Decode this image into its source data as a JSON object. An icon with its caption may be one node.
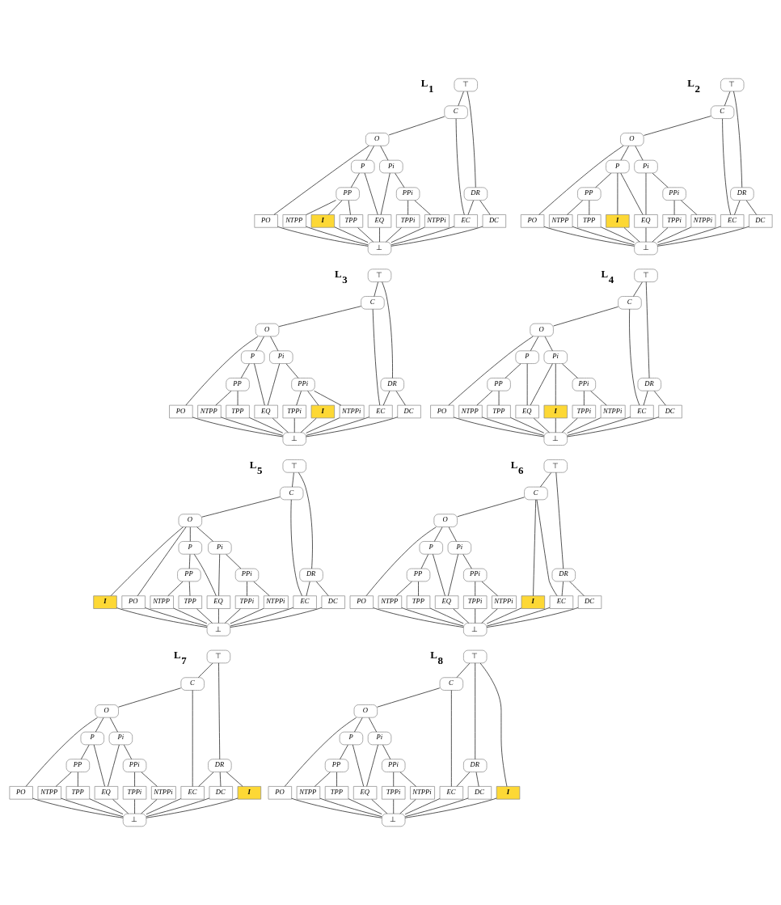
{
  "diagram": {
    "nodes": [
      {
        "text": [
          "⊤"
        ]
      },
      {
        "text": [
          "C"
        ]
      },
      {
        "text": [
          "DR"
        ]
      },
      {
        "text": [
          "O"
        ]
      },
      {
        "text": [
          "P"
        ]
      },
      {
        "text": [
          "Pi"
        ]
      },
      {
        "text": [
          "PP"
        ]
      },
      {
        "text": [
          "PPi"
        ]
      },
      {
        "text": [
          "PO"
        ]
      },
      {
        "text": [
          "NTPP"
        ]
      },
      {
        "text": [
          "I"
        ]
      },
      {
        "text": [
          "TPP"
        ]
      },
      {
        "text": [
          "EQ"
        ]
      },
      {
        "text": [
          "TPPi"
        ]
      },
      {
        "text": [
          "NTPPi"
        ]
      },
      {
        "text": [
          "EC"
        ]
      },
      {
        "text": [
          "DC"
        ]
      },
      {
        "text": [
          "⊥"
        ]
      },
      {
        "text": [
          "⊤"
        ]
      },
      {
        "text": [
          "C"
        ]
      },
      {
        "text": [
          "DR"
        ]
      },
      {
        "text": [
          "O"
        ]
      },
      {
        "text": [
          "P"
        ]
      },
      {
        "text": [
          "Pi"
        ]
      },
      {
        "text": [
          "PP"
        ]
      },
      {
        "text": [
          "PPi"
        ]
      },
      {
        "text": [
          "PO"
        ]
      },
      {
        "text": [
          "NTPP"
        ]
      },
      {
        "text": [
          "TPP"
        ]
      },
      {
        "text": [
          "I"
        ]
      },
      {
        "text": [
          "EQ"
        ]
      },
      {
        "text": [
          "TPPi"
        ]
      },
      {
        "text": [
          "NTPPi"
        ]
      },
      {
        "text": [
          "EC"
        ]
      },
      {
        "text": [
          "DC"
        ]
      },
      {
        "text": [
          "⊥"
        ]
      },
      {
        "text": [
          "⊤"
        ]
      },
      {
        "text": [
          "C"
        ]
      },
      {
        "text": [
          "DR"
        ]
      },
      {
        "text": [
          "O"
        ]
      },
      {
        "text": [
          "P"
        ]
      },
      {
        "text": [
          "Pi"
        ]
      },
      {
        "text": [
          "PP"
        ]
      },
      {
        "text": [
          "PPi"
        ]
      },
      {
        "text": [
          "PO"
        ]
      },
      {
        "text": [
          "NTPP"
        ]
      },
      {
        "text": [
          "TPP"
        ]
      },
      {
        "text": [
          "EQ"
        ]
      },
      {
        "text": [
          "TPPi"
        ]
      },
      {
        "text": [
          "I"
        ]
      },
      {
        "text": [
          "NTPPi"
        ]
      },
      {
        "text": [
          "EC"
        ]
      },
      {
        "text": [
          "DC"
        ]
      },
      {
        "text": [
          "⊥"
        ]
      },
      {
        "text": [
          "⊤"
        ]
      },
      {
        "text": [
          "C"
        ]
      },
      {
        "text": [
          "DR"
        ]
      },
      {
        "text": [
          "O"
        ]
      },
      {
        "text": [
          "P"
        ]
      },
      {
        "text": [
          "Pi"
        ]
      },
      {
        "text": [
          "PP"
        ]
      },
      {
        "text": [
          "PPi"
        ]
      },
      {
        "text": [
          "PO"
        ]
      },
      {
        "text": [
          "NTPP"
        ]
      },
      {
        "text": [
          "TPP"
        ]
      },
      {
        "text": [
          "EQ"
        ]
      },
      {
        "text": [
          "I"
        ]
      },
      {
        "text": [
          "TPPi"
        ]
      },
      {
        "text": [
          "NTPPi"
        ]
      },
      {
        "text": [
          "EC"
        ]
      },
      {
        "text": [
          "DC"
        ]
      },
      {
        "text": [
          "⊥"
        ]
      },
      {
        "text": [
          "⊤"
        ]
      },
      {
        "text": [
          "C"
        ]
      },
      {
        "text": [
          "DR"
        ]
      },
      {
        "text": [
          "O"
        ]
      },
      {
        "text": [
          "P"
        ]
      },
      {
        "text": [
          "Pi"
        ]
      },
      {
        "text": [
          "PP"
        ]
      },
      {
        "text": [
          "PPi"
        ]
      },
      {
        "text": [
          "I"
        ]
      },
      {
        "text": [
          "PO"
        ]
      },
      {
        "text": [
          "NTPP"
        ]
      },
      {
        "text": [
          "TPP"
        ]
      },
      {
        "text": [
          "EQ"
        ]
      },
      {
        "text": [
          "TPPi"
        ]
      },
      {
        "text": [
          "NTPPi"
        ]
      },
      {
        "text": [
          "EC"
        ]
      },
      {
        "text": [
          "DC"
        ]
      },
      {
        "text": [
          "⊥"
        ]
      },
      {
        "text": [
          "⊤"
        ]
      },
      {
        "text": [
          "C"
        ]
      },
      {
        "text": [
          "DR"
        ]
      },
      {
        "text": [
          "O"
        ]
      },
      {
        "text": [
          "P"
        ]
      },
      {
        "text": [
          "Pi"
        ]
      },
      {
        "text": [
          "PP"
        ]
      },
      {
        "text": [
          "PPi"
        ]
      },
      {
        "text": [
          "PO"
        ]
      },
      {
        "text": [
          "NTPP"
        ]
      },
      {
        "text": [
          "TPP"
        ]
      },
      {
        "text": [
          "EQ"
        ]
      },
      {
        "text": [
          "TPPi"
        ]
      },
      {
        "text": [
          "NTPPi"
        ]
      },
      {
        "text": [
          "I"
        ]
      },
      {
        "text": [
          "EC"
        ]
      },
      {
        "text": [
          "DC"
        ]
      },
      {
        "text": [
          "⊥"
        ]
      },
      {
        "text": [
          "⊤"
        ]
      },
      {
        "text": [
          "C"
        ]
      },
      {
        "text": [
          "DR"
        ]
      },
      {
        "text": [
          "O"
        ]
      },
      {
        "text": [
          "P"
        ]
      },
      {
        "text": [
          "Pi"
        ]
      },
      {
        "text": [
          "PP"
        ]
      },
      {
        "text": [
          "PPi"
        ]
      },
      {
        "text": [
          "PO"
        ]
      },
      {
        "text": [
          "NTPP"
        ]
      },
      {
        "text": [
          "TPP"
        ]
      },
      {
        "text": [
          "EQ"
        ]
      },
      {
        "text": [
          "TPPi"
        ]
      },
      {
        "text": [
          "NTPPi"
        ]
      },
      {
        "text": [
          "EC"
        ]
      },
      {
        "text": [
          "DC"
        ]
      },
      {
        "text": [
          "I"
        ]
      },
      {
        "text": [
          "⊥"
        ]
      },
      {
        "text": [
          "⊤"
        ]
      },
      {
        "text": [
          "C"
        ]
      },
      {
        "text": [
          "DR"
        ]
      },
      {
        "text": [
          "O"
        ]
      },
      {
        "text": [
          "P"
        ]
      },
      {
        "text": [
          "Pi"
        ]
      },
      {
        "text": [
          "PP"
        ]
      },
      {
        "text": [
          "PPi"
        ]
      },
      {
        "text": [
          "PO"
        ]
      },
      {
        "text": [
          "NTPP"
        ]
      },
      {
        "text": [
          "TPP"
        ]
      },
      {
        "text": [
          "EQ"
        ]
      },
      {
        "text": [
          "TPPi"
        ]
      },
      {
        "text": [
          "NTPPi"
        ]
      },
      {
        "text": [
          "EC"
        ]
      },
      {
        "text": [
          "DC"
        ]
      },
      {
        "text": [
          "I"
        ]
      },
      {
        "text": [
          "⊥"
        ]
      }
    ],
    "edges": [
      {
        "from": 0,
        "to": 1,
        "arrow": "none"
      },
      {
        "from": 0,
        "to": 2,
        "arrow": "none"
      },
      {
        "from": 1,
        "to": 3,
        "arrow": "none"
      },
      {
        "from": 1,
        "to": 15,
        "arrow": "none"
      },
      {
        "from": 2,
        "to": 15,
        "arrow": "none"
      },
      {
        "from": 2,
        "to": 16,
        "arrow": "none"
      },
      {
        "from": 3,
        "to": 8,
        "arrow": "none"
      },
      {
        "from": 3,
        "to": 4,
        "arrow": "none"
      },
      {
        "from": 3,
        "to": 5,
        "arrow": "none"
      },
      {
        "from": 4,
        "to": 6,
        "arrow": "none"
      },
      {
        "from": 4,
        "to": 12,
        "arrow": "none"
      },
      {
        "from": 5,
        "to": 12,
        "arrow": "none"
      },
      {
        "from": 5,
        "to": 7,
        "arrow": "none"
      },
      {
        "from": 6,
        "to": 9,
        "arrow": "none"
      },
      {
        "from": 6,
        "to": 11,
        "arrow": "none"
      },
      {
        "from": 7,
        "to": 13,
        "arrow": "none"
      },
      {
        "from": 7,
        "to": 14,
        "arrow": "none"
      },
      {
        "from": 6,
        "to": 10,
        "arrow": "none"
      },
      {
        "from": 8,
        "to": 17,
        "arrow": "none"
      },
      {
        "from": 9,
        "to": 17,
        "arrow": "none"
      },
      {
        "from": 10,
        "to": 17,
        "arrow": "none"
      },
      {
        "from": 11,
        "to": 17,
        "arrow": "none"
      },
      {
        "from": 12,
        "to": 17,
        "arrow": "none"
      },
      {
        "from": 13,
        "to": 17,
        "arrow": "none"
      },
      {
        "from": 14,
        "to": 17,
        "arrow": "none"
      },
      {
        "from": 15,
        "to": 17,
        "arrow": "none"
      },
      {
        "from": 16,
        "to": 17,
        "arrow": "none"
      },
      {
        "from": 18,
        "to": 19,
        "arrow": "none"
      },
      {
        "from": 18,
        "to": 20,
        "arrow": "none"
      },
      {
        "from": 19,
        "to": 21,
        "arrow": "none"
      },
      {
        "from": 19,
        "to": 33,
        "arrow": "none"
      },
      {
        "from": 20,
        "to": 33,
        "arrow": "none"
      },
      {
        "from": 20,
        "to": 34,
        "arrow": "none"
      },
      {
        "from": 21,
        "to": 26,
        "arrow": "none"
      },
      {
        "from": 21,
        "to": 22,
        "arrow": "none"
      },
      {
        "from": 21,
        "to": 23,
        "arrow": "none"
      },
      {
        "from": 22,
        "to": 24,
        "arrow": "none"
      },
      {
        "from": 22,
        "to": 30,
        "arrow": "none"
      },
      {
        "from": 23,
        "to": 30,
        "arrow": "none"
      },
      {
        "from": 23,
        "to": 25,
        "arrow": "none"
      },
      {
        "from": 24,
        "to": 27,
        "arrow": "none"
      },
      {
        "from": 24,
        "to": 28,
        "arrow": "none"
      },
      {
        "from": 25,
        "to": 31,
        "arrow": "none"
      },
      {
        "from": 25,
        "to": 32,
        "arrow": "none"
      },
      {
        "from": 22,
        "to": 29,
        "arrow": "none"
      },
      {
        "from": 26,
        "to": 35,
        "arrow": "none"
      },
      {
        "from": 27,
        "to": 35,
        "arrow": "none"
      },
      {
        "from": 28,
        "to": 35,
        "arrow": "none"
      },
      {
        "from": 29,
        "to": 35,
        "arrow": "none"
      },
      {
        "from": 30,
        "to": 35,
        "arrow": "none"
      },
      {
        "from": 31,
        "to": 35,
        "arrow": "none"
      },
      {
        "from": 32,
        "to": 35,
        "arrow": "none"
      },
      {
        "from": 33,
        "to": 35,
        "arrow": "none"
      },
      {
        "from": 34,
        "to": 35,
        "arrow": "none"
      },
      {
        "from": 36,
        "to": 37,
        "arrow": "none"
      },
      {
        "from": 36,
        "to": 38,
        "arrow": "none"
      },
      {
        "from": 37,
        "to": 39,
        "arrow": "none"
      },
      {
        "from": 37,
        "to": 51,
        "arrow": "none"
      },
      {
        "from": 38,
        "to": 51,
        "arrow": "none"
      },
      {
        "from": 38,
        "to": 52,
        "arrow": "none"
      },
      {
        "from": 39,
        "to": 44,
        "arrow": "none"
      },
      {
        "from": 39,
        "to": 40,
        "arrow": "none"
      },
      {
        "from": 39,
        "to": 41,
        "arrow": "none"
      },
      {
        "from": 40,
        "to": 42,
        "arrow": "none"
      },
      {
        "from": 40,
        "to": 47,
        "arrow": "none"
      },
      {
        "from": 41,
        "to": 47,
        "arrow": "none"
      },
      {
        "from": 41,
        "to": 43,
        "arrow": "none"
      },
      {
        "from": 42,
        "to": 45,
        "arrow": "none"
      },
      {
        "from": 42,
        "to": 46,
        "arrow": "none"
      },
      {
        "from": 43,
        "to": 48,
        "arrow": "none"
      },
      {
        "from": 43,
        "to": 50,
        "arrow": "none"
      },
      {
        "from": 43,
        "to": 49,
        "arrow": "none"
      },
      {
        "from": 44,
        "to": 53,
        "arrow": "none"
      },
      {
        "from": 45,
        "to": 53,
        "arrow": "none"
      },
      {
        "from": 46,
        "to": 53,
        "arrow": "none"
      },
      {
        "from": 47,
        "to": 53,
        "arrow": "none"
      },
      {
        "from": 48,
        "to": 53,
        "arrow": "none"
      },
      {
        "from": 49,
        "to": 53,
        "arrow": "none"
      },
      {
        "from": 50,
        "to": 53,
        "arrow": "none"
      },
      {
        "from": 51,
        "to": 53,
        "arrow": "none"
      },
      {
        "from": 52,
        "to": 53,
        "arrow": "none"
      },
      {
        "from": 54,
        "to": 55,
        "arrow": "none"
      },
      {
        "from": 54,
        "to": 56,
        "arrow": "none"
      },
      {
        "from": 55,
        "to": 57,
        "arrow": "none"
      },
      {
        "from": 55,
        "to": 69,
        "arrow": "none"
      },
      {
        "from": 56,
        "to": 69,
        "arrow": "none"
      },
      {
        "from": 56,
        "to": 70,
        "arrow": "none"
      },
      {
        "from": 57,
        "to": 62,
        "arrow": "none"
      },
      {
        "from": 57,
        "to": 58,
        "arrow": "none"
      },
      {
        "from": 57,
        "to": 59,
        "arrow": "none"
      },
      {
        "from": 58,
        "to": 60,
        "arrow": "none"
      },
      {
        "from": 58,
        "to": 65,
        "arrow": "none"
      },
      {
        "from": 59,
        "to": 65,
        "arrow": "none"
      },
      {
        "from": 59,
        "to": 61,
        "arrow": "none"
      },
      {
        "from": 60,
        "to": 63,
        "arrow": "none"
      },
      {
        "from": 60,
        "to": 64,
        "arrow": "none"
      },
      {
        "from": 61,
        "to": 67,
        "arrow": "none"
      },
      {
        "from": 61,
        "to": 68,
        "arrow": "none"
      },
      {
        "from": 59,
        "to": 66,
        "arrow": "none"
      },
      {
        "from": 62,
        "to": 71,
        "arrow": "none"
      },
      {
        "from": 63,
        "to": 71,
        "arrow": "none"
      },
      {
        "from": 64,
        "to": 71,
        "arrow": "none"
      },
      {
        "from": 65,
        "to": 71,
        "arrow": "none"
      },
      {
        "from": 66,
        "to": 71,
        "arrow": "none"
      },
      {
        "from": 67,
        "to": 71,
        "arrow": "none"
      },
      {
        "from": 68,
        "to": 71,
        "arrow": "none"
      },
      {
        "from": 69,
        "to": 71,
        "arrow": "none"
      },
      {
        "from": 70,
        "to": 71,
        "arrow": "none"
      },
      {
        "from": 72,
        "to": 73,
        "arrow": "none"
      },
      {
        "from": 72,
        "to": 74,
        "arrow": "none"
      },
      {
        "from": 73,
        "to": 75,
        "arrow": "none"
      },
      {
        "from": 73,
        "to": 87,
        "arrow": "none"
      },
      {
        "from": 74,
        "to": 87,
        "arrow": "none"
      },
      {
        "from": 74,
        "to": 88,
        "arrow": "none"
      },
      {
        "from": 75,
        "to": 81,
        "arrow": "none"
      },
      {
        "from": 75,
        "to": 76,
        "arrow": "none"
      },
      {
        "from": 75,
        "to": 77,
        "arrow": "none"
      },
      {
        "from": 76,
        "to": 78,
        "arrow": "none"
      },
      {
        "from": 76,
        "to": 84,
        "arrow": "none"
      },
      {
        "from": 77,
        "to": 84,
        "arrow": "none"
      },
      {
        "from": 77,
        "to": 79,
        "arrow": "none"
      },
      {
        "from": 78,
        "to": 82,
        "arrow": "none"
      },
      {
        "from": 78,
        "to": 83,
        "arrow": "none"
      },
      {
        "from": 79,
        "to": 85,
        "arrow": "none"
      },
      {
        "from": 79,
        "to": 86,
        "arrow": "none"
      },
      {
        "from": 75,
        "to": 80,
        "arrow": "none"
      },
      {
        "from": 80,
        "to": 89,
        "arrow": "none"
      },
      {
        "from": 81,
        "to": 89,
        "arrow": "none"
      },
      {
        "from": 82,
        "to": 89,
        "arrow": "none"
      },
      {
        "from": 83,
        "to": 89,
        "arrow": "none"
      },
      {
        "from": 84,
        "to": 89,
        "arrow": "none"
      },
      {
        "from": 85,
        "to": 89,
        "arrow": "none"
      },
      {
        "from": 86,
        "to": 89,
        "arrow": "none"
      },
      {
        "from": 87,
        "to": 89,
        "arrow": "none"
      },
      {
        "from": 88,
        "to": 89,
        "arrow": "none"
      },
      {
        "from": 90,
        "to": 91,
        "arrow": "none"
      },
      {
        "from": 90,
        "to": 92,
        "arrow": "none"
      },
      {
        "from": 91,
        "to": 93,
        "arrow": "none"
      },
      {
        "from": 91,
        "to": 105,
        "arrow": "none"
      },
      {
        "from": 92,
        "to": 105,
        "arrow": "none"
      },
      {
        "from": 92,
        "to": 106,
        "arrow": "none"
      },
      {
        "from": 93,
        "to": 98,
        "arrow": "none"
      },
      {
        "from": 93,
        "to": 94,
        "arrow": "none"
      },
      {
        "from": 93,
        "to": 95,
        "arrow": "none"
      },
      {
        "from": 94,
        "to": 96,
        "arrow": "none"
      },
      {
        "from": 94,
        "to": 101,
        "arrow": "none"
      },
      {
        "from": 95,
        "to": 101,
        "arrow": "none"
      },
      {
        "from": 95,
        "to": 97,
        "arrow": "none"
      },
      {
        "from": 96,
        "to": 99,
        "arrow": "none"
      },
      {
        "from": 96,
        "to": 100,
        "arrow": "none"
      },
      {
        "from": 97,
        "to": 102,
        "arrow": "none"
      },
      {
        "from": 97,
        "to": 103,
        "arrow": "none"
      },
      {
        "from": 91,
        "to": 104,
        "arrow": "none"
      },
      {
        "from": 98,
        "to": 107,
        "arrow": "none"
      },
      {
        "from": 99,
        "to": 107,
        "arrow": "none"
      },
      {
        "from": 100,
        "to": 107,
        "arrow": "none"
      },
      {
        "from": 101,
        "to": 107,
        "arrow": "none"
      },
      {
        "from": 102,
        "to": 107,
        "arrow": "none"
      },
      {
        "from": 103,
        "to": 107,
        "arrow": "none"
      },
      {
        "from": 104,
        "to": 107,
        "arrow": "none"
      },
      {
        "from": 105,
        "to": 107,
        "arrow": "none"
      },
      {
        "from": 106,
        "to": 107,
        "arrow": "none"
      },
      {
        "from": 108,
        "to": 109,
        "arrow": "none"
      },
      {
        "from": 108,
        "to": 110,
        "arrow": "none"
      },
      {
        "from": 109,
        "to": 111,
        "arrow": "none"
      },
      {
        "from": 109,
        "to": 122,
        "arrow": "none"
      },
      {
        "from": 110,
        "to": 122,
        "arrow": "none"
      },
      {
        "from": 110,
        "to": 123,
        "arrow": "none"
      },
      {
        "from": 111,
        "to": 116,
        "arrow": "none"
      },
      {
        "from": 111,
        "to": 112,
        "arrow": "none"
      },
      {
        "from": 111,
        "to": 113,
        "arrow": "none"
      },
      {
        "from": 112,
        "to": 114,
        "arrow": "none"
      },
      {
        "from": 112,
        "to": 119,
        "arrow": "none"
      },
      {
        "from": 113,
        "to": 119,
        "arrow": "none"
      },
      {
        "from": 113,
        "to": 115,
        "arrow": "none"
      },
      {
        "from": 114,
        "to": 117,
        "arrow": "none"
      },
      {
        "from": 114,
        "to": 118,
        "arrow": "none"
      },
      {
        "from": 115,
        "to": 120,
        "arrow": "none"
      },
      {
        "from": 115,
        "to": 121,
        "arrow": "none"
      },
      {
        "from": 110,
        "to": 124,
        "arrow": "none"
      },
      {
        "from": 116,
        "to": 125,
        "arrow": "none"
      },
      {
        "from": 117,
        "to": 125,
        "arrow": "none"
      },
      {
        "from": 118,
        "to": 125,
        "arrow": "none"
      },
      {
        "from": 119,
        "to": 125,
        "arrow": "none"
      },
      {
        "from": 120,
        "to": 125,
        "arrow": "none"
      },
      {
        "from": 121,
        "to": 125,
        "arrow": "none"
      },
      {
        "from": 122,
        "to": 125,
        "arrow": "none"
      },
      {
        "from": 123,
        "to": 125,
        "arrow": "none"
      },
      {
        "from": 124,
        "to": 125,
        "arrow": "none"
      },
      {
        "from": 126,
        "to": 127,
        "arrow": "none"
      },
      {
        "from": 126,
        "to": 128,
        "arrow": "none"
      },
      {
        "from": 127,
        "to": 129,
        "arrow": "none"
      },
      {
        "from": 127,
        "to": 140,
        "arrow": "none"
      },
      {
        "from": 128,
        "to": 140,
        "arrow": "none"
      },
      {
        "from": 128,
        "to": 141,
        "arrow": "none"
      },
      {
        "from": 129,
        "to": 134,
        "arrow": "none"
      },
      {
        "from": 129,
        "to": 130,
        "arrow": "none"
      },
      {
        "from": 129,
        "to": 131,
        "arrow": "none"
      },
      {
        "from": 130,
        "to": 132,
        "arrow": "none"
      },
      {
        "from": 130,
        "to": 137,
        "arrow": "none"
      },
      {
        "from": 131,
        "to": 137,
        "arrow": "none"
      },
      {
        "from": 131,
        "to": 133,
        "arrow": "none"
      },
      {
        "from": 132,
        "to": 135,
        "arrow": "none"
      },
      {
        "from": 132,
        "to": 136,
        "arrow": "none"
      },
      {
        "from": 133,
        "to": 138,
        "arrow": "none"
      },
      {
        "from": 133,
        "to": 139,
        "arrow": "none"
      },
      {
        "from": 126,
        "to": 142,
        "arrow": "none"
      },
      {
        "from": 134,
        "to": 143,
        "arrow": "none"
      },
      {
        "from": 135,
        "to": 143,
        "arrow": "none"
      },
      {
        "from": 136,
        "to": 143,
        "arrow": "none"
      },
      {
        "from": 137,
        "to": 143,
        "arrow": "none"
      },
      {
        "from": 138,
        "to": 143,
        "arrow": "none"
      },
      {
        "from": 139,
        "to": 143,
        "arrow": "none"
      },
      {
        "from": 140,
        "to": 143,
        "arrow": "none"
      },
      {
        "from": 141,
        "to": 143,
        "arrow": "none"
      },
      {
        "from": 142,
        "to": 143,
        "arrow": "none"
      }
    ],
    "labels": [
      "L$_{1}$",
      "L$_{2}$",
      "L$_{3}$",
      "L$_{4}$",
      "L$_{5}$",
      "L$_{6}$",
      "L$_{7}$",
      "L$_{8}$"
    ]
  }
}
